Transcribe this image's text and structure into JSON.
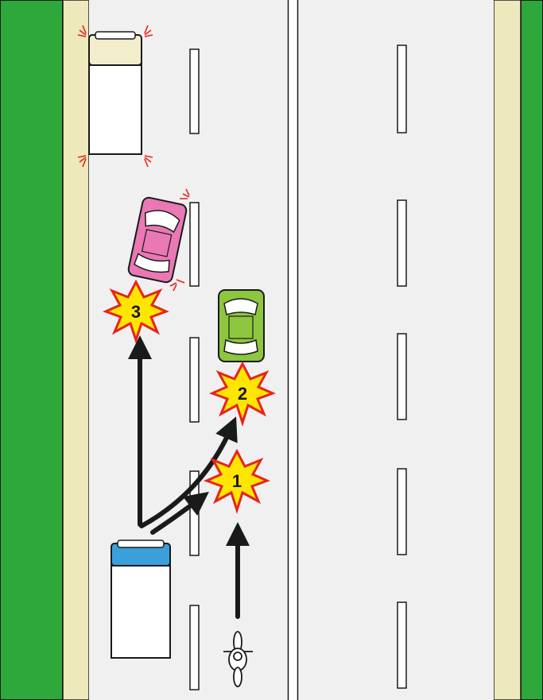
{
  "scene": {
    "type": "traffic-accident-diagram",
    "colors": {
      "grass": "#2ea83a",
      "shoulder": "#eee8bd",
      "road": "#f0f0f0",
      "lane_line": "#ffffff",
      "outline": "#1a1a1a",
      "truck_cab_parked": "#f2eecb",
      "truck_cab_moving": "#3aa0dc",
      "car_pink": "#e978b4",
      "car_green": "#8dc63f",
      "burst_fill": "#ffe600",
      "burst_stroke": "#e8231b",
      "arrow": "#1a1a1a"
    },
    "vehicles": [
      {
        "id": "parked-truck",
        "kind": "truck",
        "state": "hazard-lights"
      },
      {
        "id": "pink-car",
        "kind": "car",
        "state": "hazard-lights"
      },
      {
        "id": "green-car",
        "kind": "car",
        "state": "normal"
      },
      {
        "id": "moving-truck",
        "kind": "truck",
        "state": "normal"
      },
      {
        "id": "motorcycle",
        "kind": "motorcycle",
        "state": "normal"
      }
    ],
    "collisions": [
      {
        "number": "1",
        "label": "1"
      },
      {
        "number": "2",
        "label": "2"
      },
      {
        "number": "3",
        "label": "3"
      }
    ]
  }
}
